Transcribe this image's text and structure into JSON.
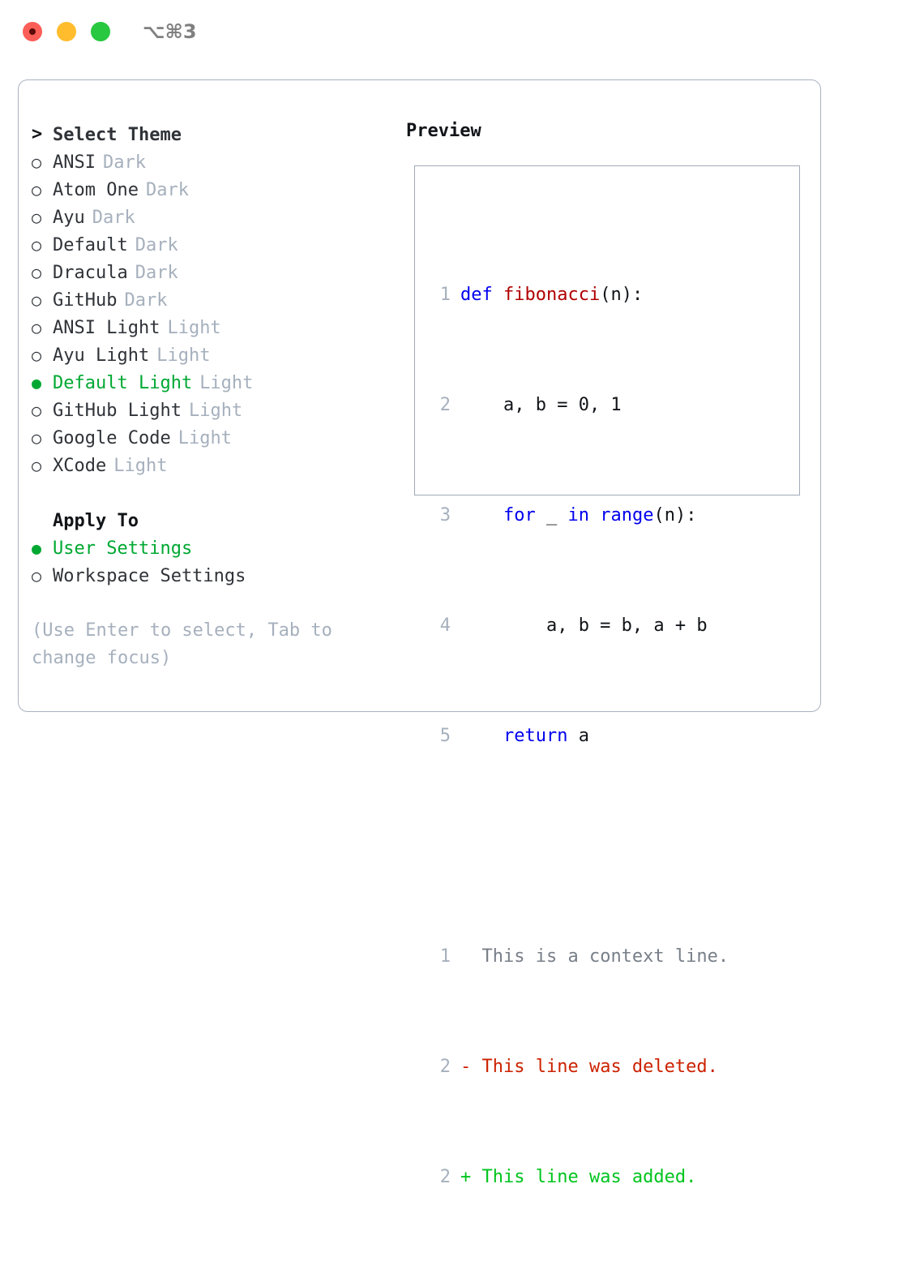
{
  "titlebar": {
    "shortcut": "⌥⌘3",
    "buttons": [
      {
        "name": "close",
        "color": "#fb5d57"
      },
      {
        "name": "minimize",
        "color": "#ffbd2e"
      },
      {
        "name": "zoom",
        "color": "#28c840"
      }
    ]
  },
  "theme_list": {
    "header": {
      "marker": ">",
      "label": "Select Theme"
    },
    "items": [
      {
        "marker": "○",
        "label": "ANSI",
        "suffix": "Dark",
        "selected": false
      },
      {
        "marker": "○",
        "label": "Atom One",
        "suffix": "Dark",
        "selected": false
      },
      {
        "marker": "○",
        "label": "Ayu",
        "suffix": "Dark",
        "selected": false
      },
      {
        "marker": "○",
        "label": "Default",
        "suffix": "Dark",
        "selected": false
      },
      {
        "marker": "○",
        "label": "Dracula",
        "suffix": "Dark",
        "selected": false
      },
      {
        "marker": "○",
        "label": "GitHub",
        "suffix": "Dark",
        "selected": false
      },
      {
        "marker": "○",
        "label": "ANSI Light",
        "suffix": "Light",
        "selected": false
      },
      {
        "marker": "○",
        "label": "Ayu Light",
        "suffix": "Light",
        "selected": false
      },
      {
        "marker": "●",
        "label": "Default Light",
        "suffix": "Light",
        "selected": true
      },
      {
        "marker": "○",
        "label": "GitHub Light",
        "suffix": "Light",
        "selected": false
      },
      {
        "marker": "○",
        "label": "Google Code",
        "suffix": "Light",
        "selected": false
      },
      {
        "marker": "○",
        "label": "XCode",
        "suffix": "Light",
        "selected": false
      }
    ]
  },
  "apply_to": {
    "header": "Apply To",
    "options": [
      {
        "marker": "●",
        "label": "User Settings",
        "selected": true
      },
      {
        "marker": "○",
        "label": "Workspace Settings",
        "selected": false
      }
    ]
  },
  "hint": "(Use Enter to select, Tab to change focus)",
  "preview": {
    "title": "Preview",
    "code_lines": [
      {
        "no": "1",
        "tokens": [
          {
            "t": "def",
            "c": "kw"
          },
          {
            "t": " ",
            "c": "pl"
          },
          {
            "t": "fibonacci",
            "c": "fn"
          },
          {
            "t": "(n):",
            "c": "pl"
          }
        ]
      },
      {
        "no": "2",
        "tokens": [
          {
            "t": "    a, b = 0, 1",
            "c": "pl"
          }
        ]
      },
      {
        "no": "3",
        "tokens": [
          {
            "t": "    ",
            "c": "pl"
          },
          {
            "t": "for",
            "c": "kw"
          },
          {
            "t": " _ ",
            "c": "pl"
          },
          {
            "t": "in",
            "c": "kw"
          },
          {
            "t": " ",
            "c": "pl"
          },
          {
            "t": "range",
            "c": "kw"
          },
          {
            "t": "(n):",
            "c": "pl"
          }
        ]
      },
      {
        "no": "4",
        "tokens": [
          {
            "t": "        a, b = b, a + b",
            "c": "pl"
          }
        ]
      },
      {
        "no": "5",
        "tokens": [
          {
            "t": "    ",
            "c": "pl"
          },
          {
            "t": "return",
            "c": "kw"
          },
          {
            "t": " a",
            "c": "pl"
          }
        ]
      }
    ],
    "diff_lines": [
      {
        "no": "1",
        "sign": " ",
        "text": "This is a context line.",
        "kind": "diff-ctx"
      },
      {
        "no": "2",
        "sign": "-",
        "text": "This line was deleted.",
        "kind": "diff-del"
      },
      {
        "no": "2",
        "sign": "+",
        "text": "This line was added.",
        "kind": "diff-add"
      }
    ]
  },
  "colors": {
    "accent_green": "#00a832",
    "muted": "#a6b0bd",
    "keyword_blue": "#0000ee",
    "function_red": "#b00000",
    "diff_add": "#00c41e",
    "diff_del": "#cc2200",
    "border": "#a9b2bf"
  }
}
